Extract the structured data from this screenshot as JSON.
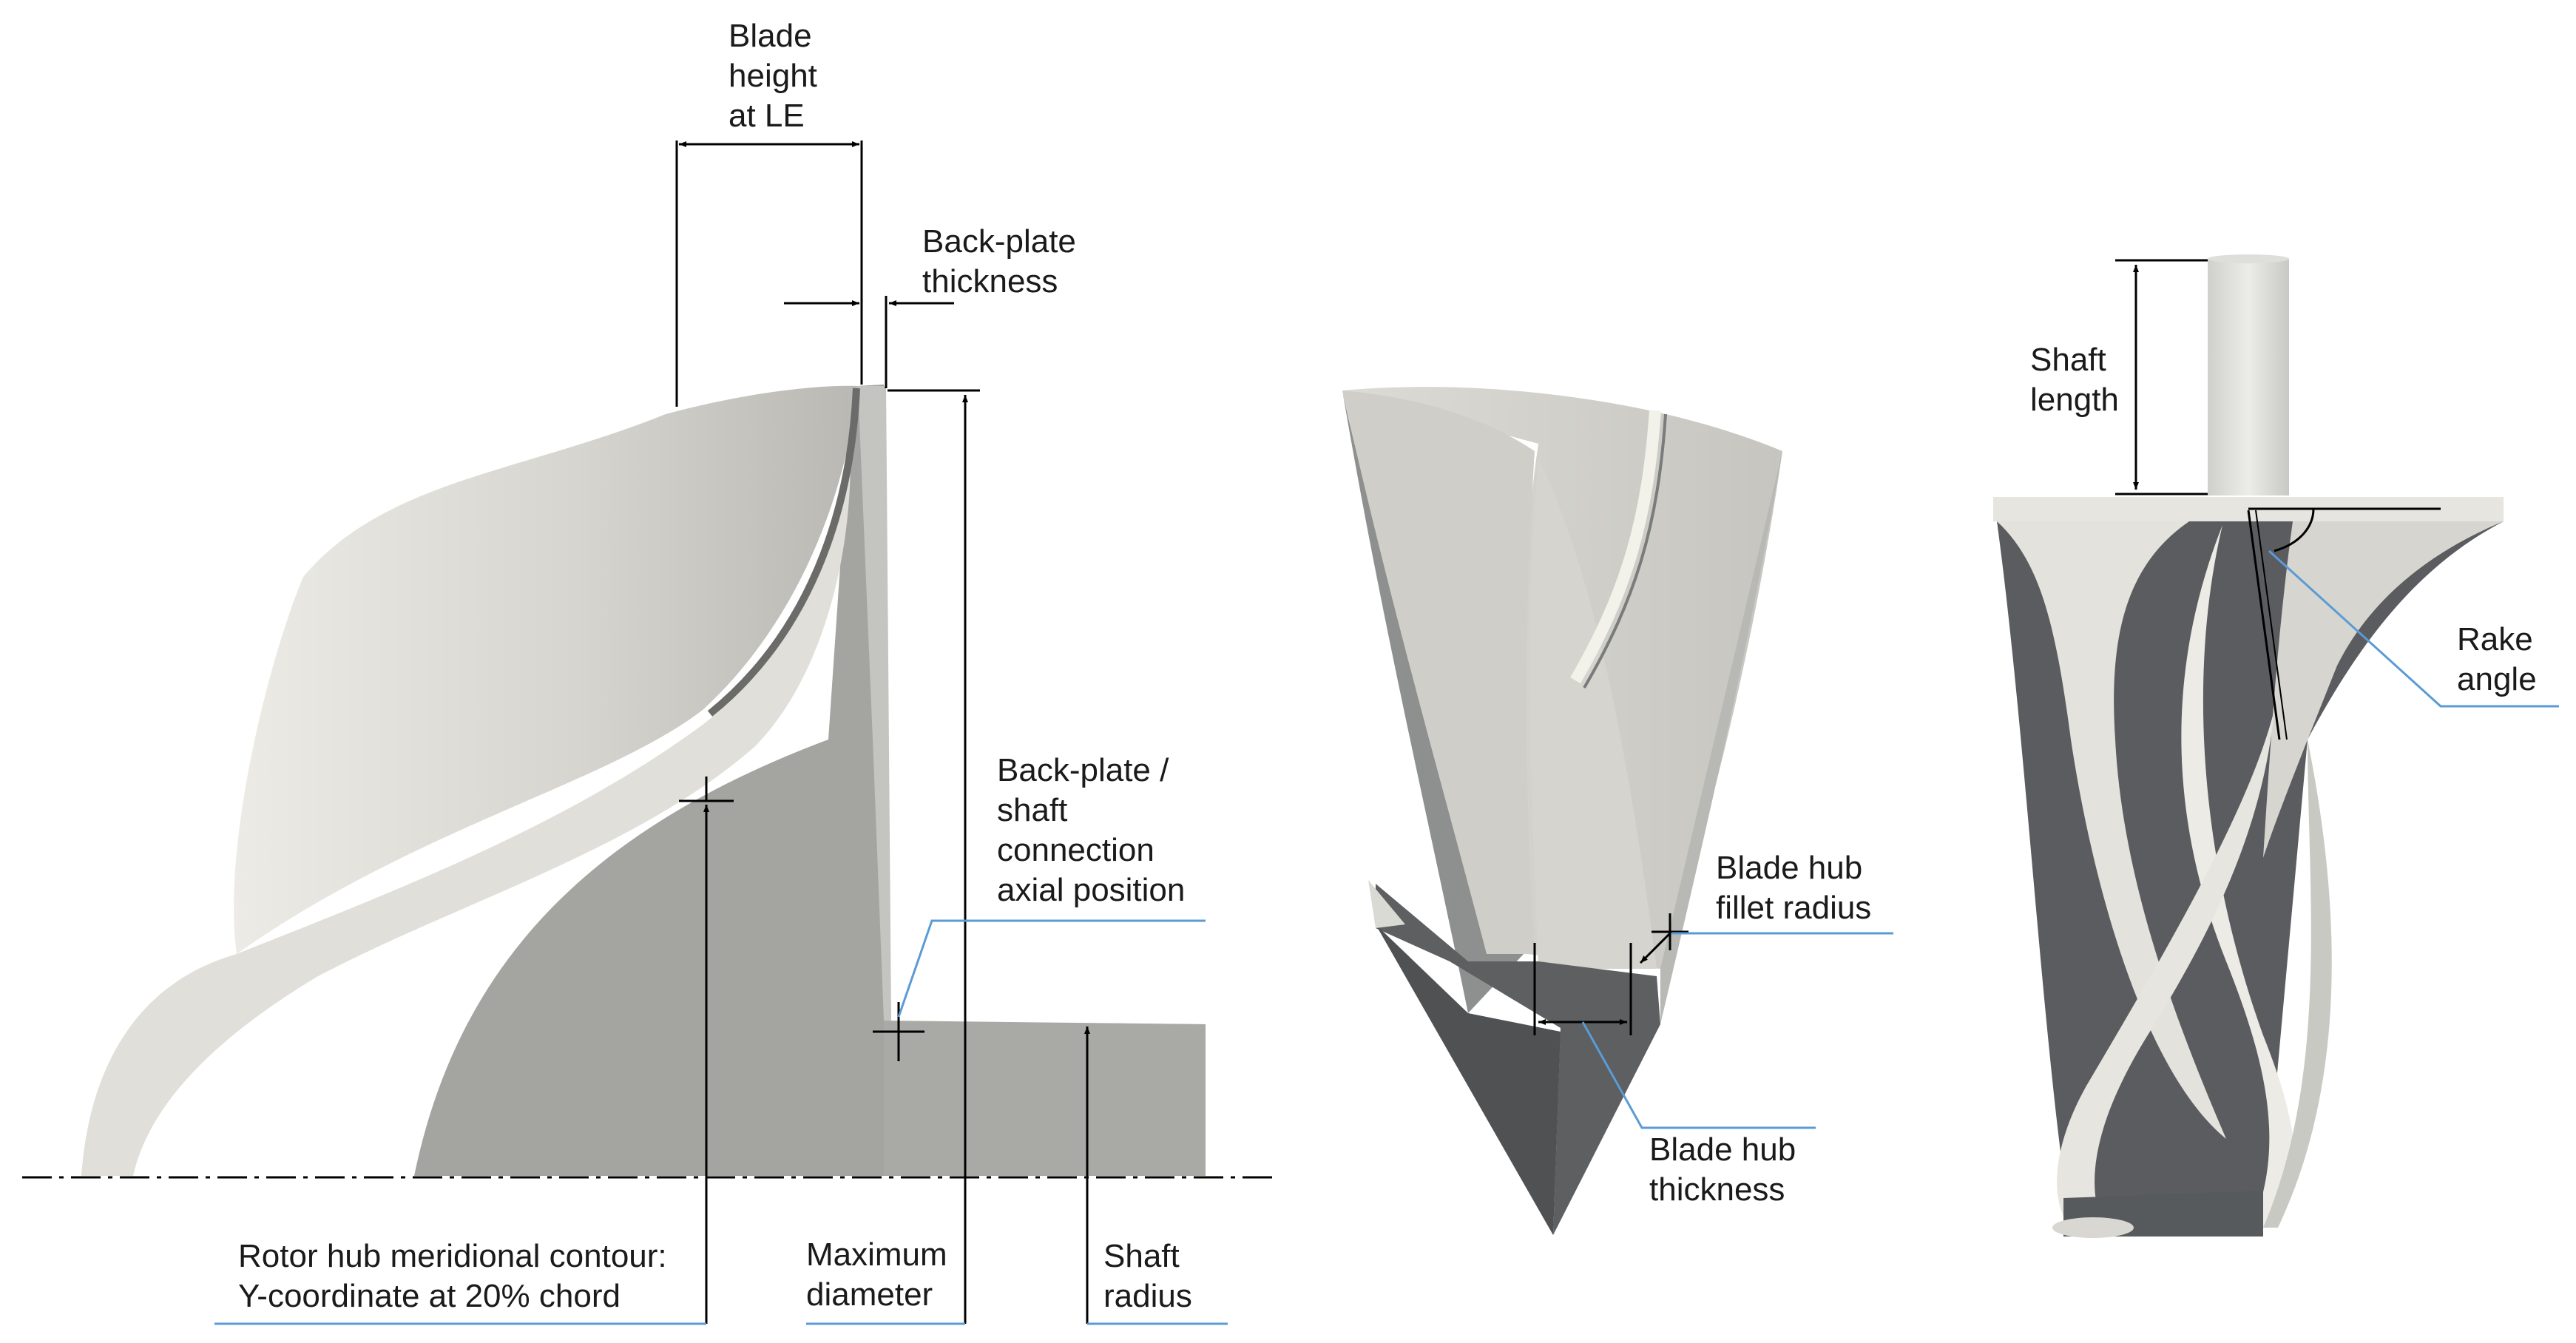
{
  "labels": {
    "blade_height": [
      "Blade",
      "height",
      "at LE"
    ],
    "backplate_thickness": [
      "Back-plate",
      "thickness"
    ],
    "backplate_shaft": [
      "Back-plate /",
      "shaft",
      "connection",
      "axial position"
    ],
    "rotor_hub": [
      "Rotor hub meridional contour:",
      "Y-coordinate at 20% chord"
    ],
    "max_diameter": [
      "Maximum",
      "diameter"
    ],
    "shaft_radius": [
      "Shaft",
      "radius"
    ],
    "blade_hub_fillet": [
      "Blade hub",
      "fillet radius"
    ],
    "blade_hub_thickness": [
      "Blade hub",
      "thickness"
    ],
    "shaft_length": [
      "Shaft",
      "length"
    ],
    "rake_angle": [
      "Rake",
      "angle"
    ]
  },
  "colors": {
    "leader_line": "#5b9bd5",
    "dimension_line": "#000000",
    "surface_light": "#d9d8d2",
    "surface_mid": "#a3a3a0",
    "surface_dark": "#55575a",
    "background": "#ffffff"
  }
}
